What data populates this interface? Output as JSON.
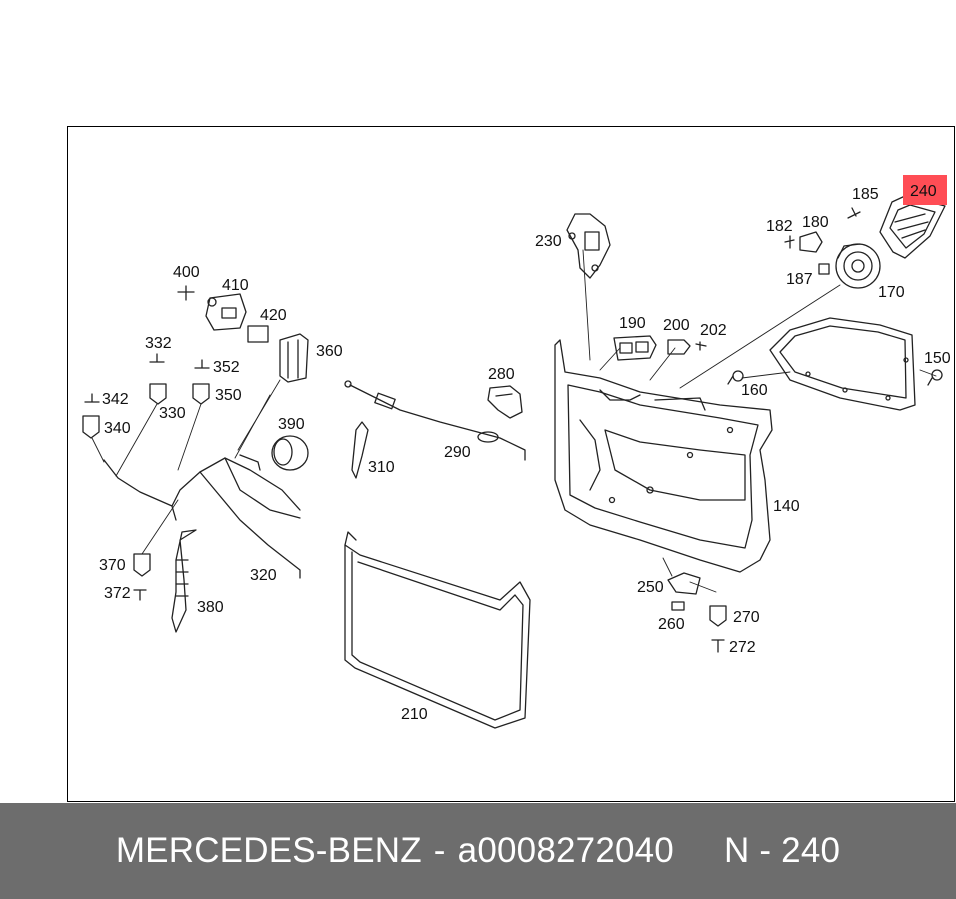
{
  "footer": {
    "brand": "MERCEDES-BENZ",
    "separator": "-",
    "part_number": "a0008272040",
    "position_text": "N - 240"
  },
  "highlight_color": "#ff4d55",
  "callouts": [
    "400",
    "410",
    "420",
    "332",
    "352",
    "342",
    "330",
    "350",
    "340",
    "360",
    "390",
    "310",
    "280",
    "290",
    "320",
    "370",
    "372",
    "380",
    "230",
    "190",
    "200",
    "202",
    "182",
    "180",
    "185",
    "240",
    "187",
    "170",
    "160",
    "150",
    "140",
    "250",
    "260",
    "270",
    "272",
    "210"
  ],
  "highlighted": "240"
}
